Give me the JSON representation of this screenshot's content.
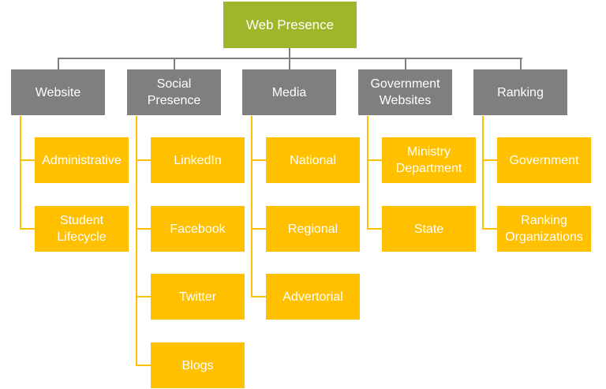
{
  "root": {
    "label": "Web Presence",
    "color": "#9fb62a"
  },
  "colors": {
    "category": "#7f7f7f",
    "leaf": "#ffc000",
    "connector": "#7f7f7f",
    "leaf_connector": "#ffc000"
  },
  "categories": [
    {
      "label": "Website",
      "children": [
        "Administrative",
        "Student\nLifecycle"
      ]
    },
    {
      "label": "Social\nPresence",
      "children": [
        "LinkedIn",
        "Facebook",
        "Twitter",
        "Blogs"
      ]
    },
    {
      "label": "Media",
      "children": [
        "National",
        "Regional",
        "Advertorial"
      ]
    },
    {
      "label": "Government\nWebsites",
      "children": [
        "Ministry\nDepartment",
        "State"
      ]
    },
    {
      "label": "Ranking",
      "children": [
        "Government",
        "Ranking\nOrganizations"
      ]
    }
  ]
}
